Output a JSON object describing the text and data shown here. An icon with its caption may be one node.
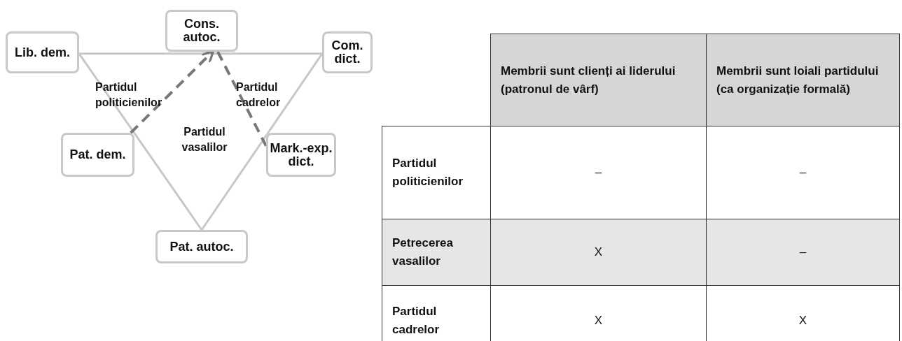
{
  "diagram": {
    "nodes": [
      {
        "text": [
          "Lib. dem."
        ]
      },
      {
        "text": [
          "Cons. autoc."
        ]
      },
      {
        "text": [
          "Com. dict."
        ]
      },
      {
        "text": [
          "Pat. dem."
        ]
      },
      {
        "text": [
          "Mark.-exp. dict."
        ]
      },
      {
        "text": [
          "Pat. autoc."
        ]
      }
    ],
    "edges": [
      {
        "from": 0,
        "to": 2,
        "arrow": "none"
      },
      {
        "from": 0,
        "to": 5,
        "arrow": "none"
      },
      {
        "from": 2,
        "to": 5,
        "arrow": "none"
      },
      {
        "from": 3,
        "to": 1,
        "arrow": "to",
        "style": "dashed",
        "color": "#777777"
      },
      {
        "from": 1,
        "to": 4,
        "arrow": "none",
        "style": "dashed",
        "color": "#777777"
      }
    ],
    "labels": [
      "Partidul politicienilor",
      "Partidul cadrelor",
      "Partidul vasalilor",
      "Membrii sunt clienți ai liderului (patronul de vârf)",
      "Membrii sunt loiali partidului (ca organizație formală)",
      "Partidul politicienilor",
      "–",
      "–",
      "Petrecerea vasalilor",
      "X",
      "–",
      "Partidul cadrelor",
      "X",
      "X"
    ]
  }
}
